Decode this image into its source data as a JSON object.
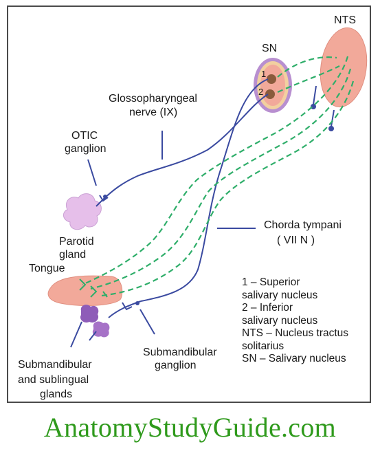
{
  "labels": {
    "nts": "NTS",
    "sn": "SN",
    "marker_1": "1",
    "marker_2": "2",
    "glossopharyngeal": [
      "Glossopharyngeal",
      "nerve (IX)"
    ],
    "otic": [
      "OTIC",
      "ganglion"
    ],
    "parotid": [
      "Parotid",
      "gland"
    ],
    "chorda_tympani": [
      "Chorda tympani",
      "( VII  N )"
    ],
    "tongue": "Tongue",
    "submandibular_ganglion": [
      "Submandibular",
      "ganglion"
    ],
    "submandibular_glands": [
      "Submandibular",
      "and sublingual",
      "glands"
    ]
  },
  "legend": [
    "1 – Superior",
    "salivary nucleus",
    "2 – Inferior",
    "salivary nucleus",
    "NTS – Nucleus tractus",
    "solitarius",
    "SN – Salivary nucleus"
  ],
  "watermark": "AnatomyStudyGuide.com",
  "colors": {
    "efferent_nerve": "#3a4aa0",
    "afferent_nerve": "#2fae6a",
    "nucleus_fill": "#f2a99a",
    "sn_outer": "#b88fd0",
    "gland": "#a672c7",
    "watermark": "#2f9a1c"
  }
}
